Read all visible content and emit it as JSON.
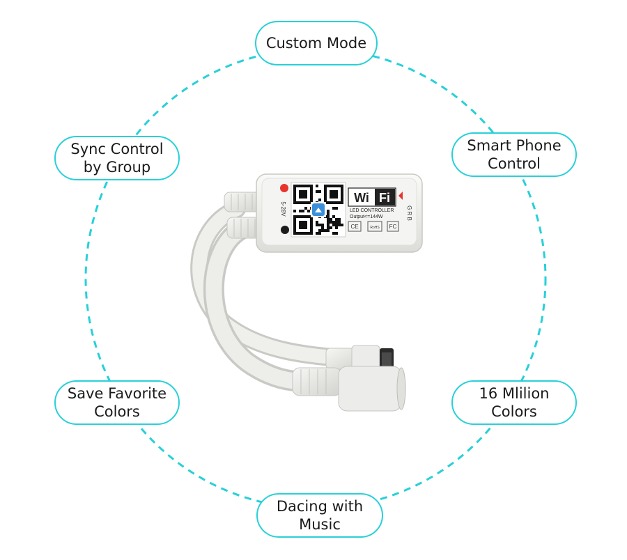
{
  "features": {
    "top": "Custom Mode",
    "top_left": "Sync Control\nby Group",
    "top_right": "Smart Phone\nControl",
    "bottom_left": "Save Favorite\nColors",
    "bottom_right": "16 Mlilion\nColors",
    "bottom": "Dacing with\nMusic"
  },
  "device": {
    "label_wifi_w": "Wi",
    "label_wifi_f": "Fi",
    "label_controller": "LED CONTROLLER",
    "label_output": "Output<=144W",
    "label_voltage": "5-28V",
    "label_grb": "G R B",
    "mark_ce": "CE",
    "mark_fc": "FC",
    "mark_rohs": "RoHS"
  },
  "colors": {
    "accent": "#28d0d8",
    "device_body": "#f1f1ef",
    "cable": "#e9e9e6"
  }
}
